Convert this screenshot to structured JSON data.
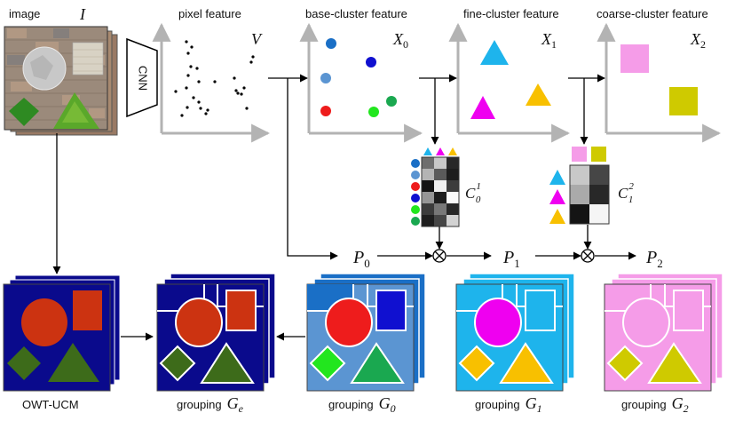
{
  "image_panel": {
    "label": "image",
    "symbol": "I"
  },
  "cnn": {
    "label": "CNN"
  },
  "features": [
    {
      "title": "pixel feature",
      "symbol": "V"
    },
    {
      "title": "base-cluster feature",
      "symbol": "X",
      "sub": "0"
    },
    {
      "title": "fine-cluster feature",
      "symbol": "X",
      "sub": "1"
    },
    {
      "title": "coarse-cluster feature",
      "symbol": "X",
      "sub": "2"
    }
  ],
  "matrices": [
    {
      "symbol": "C",
      "sub": "0",
      "sup": "1"
    },
    {
      "symbol": "C",
      "sub": "1",
      "sup": "2"
    }
  ],
  "partitions": [
    {
      "symbol": "P",
      "sub": "0"
    },
    {
      "symbol": "P",
      "sub": "1"
    },
    {
      "symbol": "P",
      "sub": "2"
    }
  ],
  "bottom": [
    {
      "label": "OWT-UCM",
      "symbol": "",
      "sub": ""
    },
    {
      "label": "grouping",
      "symbol": "G",
      "sub": "e"
    },
    {
      "label": "grouping",
      "symbol": "G",
      "sub": "0"
    },
    {
      "label": "grouping",
      "symbol": "G",
      "sub": "1"
    },
    {
      "label": "grouping",
      "symbol": "G",
      "sub": "2"
    }
  ],
  "colors": {
    "axis": "#b3b3b3",
    "navy": "#0a0a8c",
    "g0_bg": "#5b95d2",
    "g1_bg": "#1eb4ec",
    "g2_bg": "#f59ce8",
    "red": "#ee1c1c",
    "magenta": "#ef00f0",
    "orange": "#f8c000",
    "olive": "#cfca00"
  }
}
